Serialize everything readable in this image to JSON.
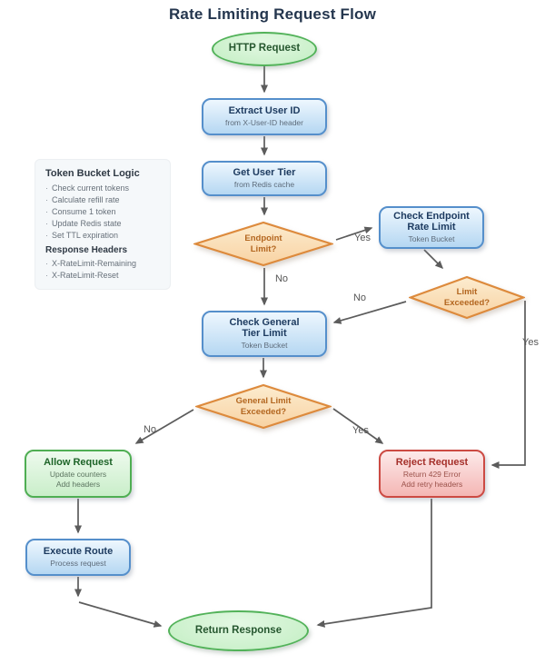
{
  "title": "Rate Limiting Request Flow",
  "nodes": {
    "http_request": {
      "label": "HTTP Request"
    },
    "extract_user_id": {
      "label": "Extract User ID",
      "sub": "from X-User-ID header"
    },
    "get_user_tier": {
      "label": "Get User Tier",
      "sub": "from Redis cache"
    },
    "endpoint_limit": {
      "label": "Endpoint Limit?"
    },
    "check_endpoint_rate_limit": {
      "label": "Check Endpoint Rate Limit",
      "sub": "Token Bucket"
    },
    "limit_exceeded": {
      "label": "Limit Exceeded?"
    },
    "check_general_tier_limit": {
      "label": "Check General Tier Limit",
      "sub": "Token Bucket"
    },
    "general_limit_exceeded": {
      "label": "General Limit Exceeded?"
    },
    "allow_request": {
      "label": "Allow Request",
      "sub1": "Update counters",
      "sub2": "Add headers"
    },
    "reject_request": {
      "label": "Reject Request",
      "sub1": "Return 429 Error",
      "sub2": "Add retry headers"
    },
    "execute_route": {
      "label": "Execute Route",
      "sub": "Process request"
    },
    "return_response": {
      "label": "Return Response"
    }
  },
  "note": {
    "title": "Token Bucket Logic",
    "items": [
      "Check current tokens",
      "Calculate refill rate",
      "Consume 1 token",
      "Update Redis state",
      "Set TTL expiration"
    ],
    "subtitle": "Response Headers",
    "header_items": [
      "X-RateLimit-Remaining",
      "X-RateLimit-Reset"
    ]
  },
  "edge_labels": {
    "endpoint_yes": "Yes",
    "endpoint_no": "No",
    "limit_no": "No",
    "limit_yes": "Yes",
    "general_no": "No",
    "general_yes": "Yes"
  },
  "colors": {
    "blue_border": "#558fcb",
    "green_border": "#52b259",
    "red_border": "#cc4a43",
    "orange_border": "#dd8a3c",
    "arrow": "#5c5c5c",
    "title_text": "#24364e"
  }
}
